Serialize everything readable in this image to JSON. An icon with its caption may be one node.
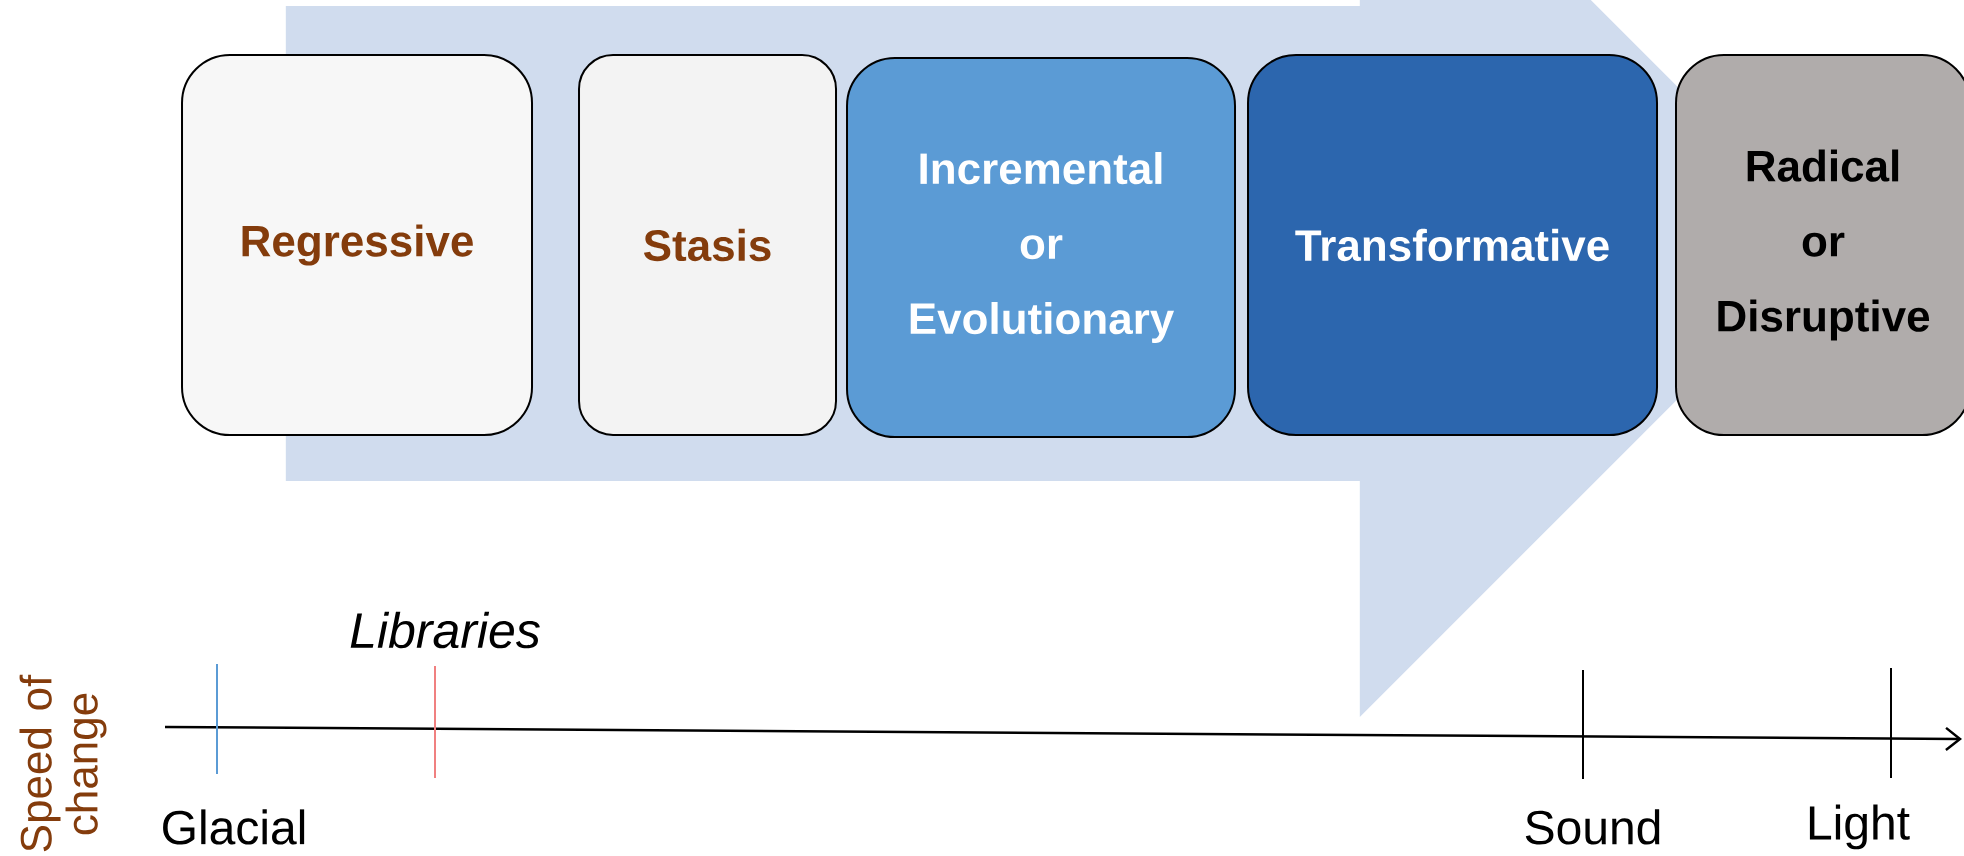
{
  "diagram": {
    "nodes": [
      {
        "text": [
          "Regressive"
        ]
      },
      {
        "text": [
          "Stasis"
        ]
      },
      {
        "text": [
          "Incremental or Evolutionary"
        ]
      },
      {
        "text": [
          "Transformative"
        ]
      },
      {
        "text": [
          "Radical or Disruptive"
        ]
      }
    ],
    "edges": [
      {
        "from": 0,
        "to": 4,
        "arrow": "to"
      }
    ],
    "labels": [
      "Libraries",
      "Speed of change",
      "Glacial",
      "Sound",
      "Light"
    ]
  }
}
